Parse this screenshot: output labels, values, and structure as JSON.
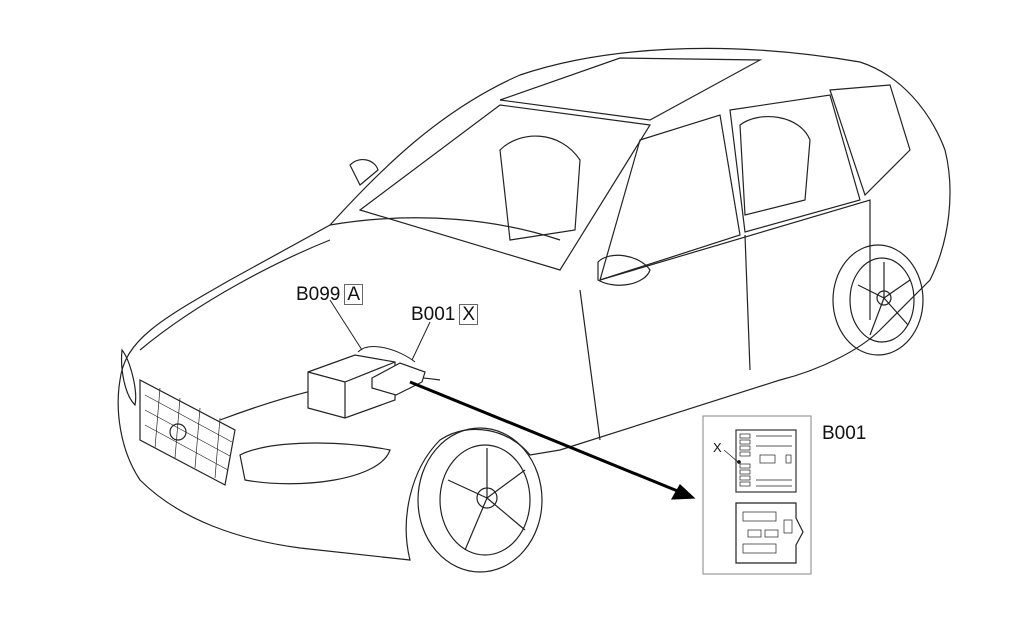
{
  "labels": {
    "battery": {
      "code": "B099",
      "connector": "A"
    },
    "fuse_box": {
      "code": "B001",
      "connector": "X"
    },
    "inset": {
      "code": "B001",
      "connector": "X"
    }
  }
}
